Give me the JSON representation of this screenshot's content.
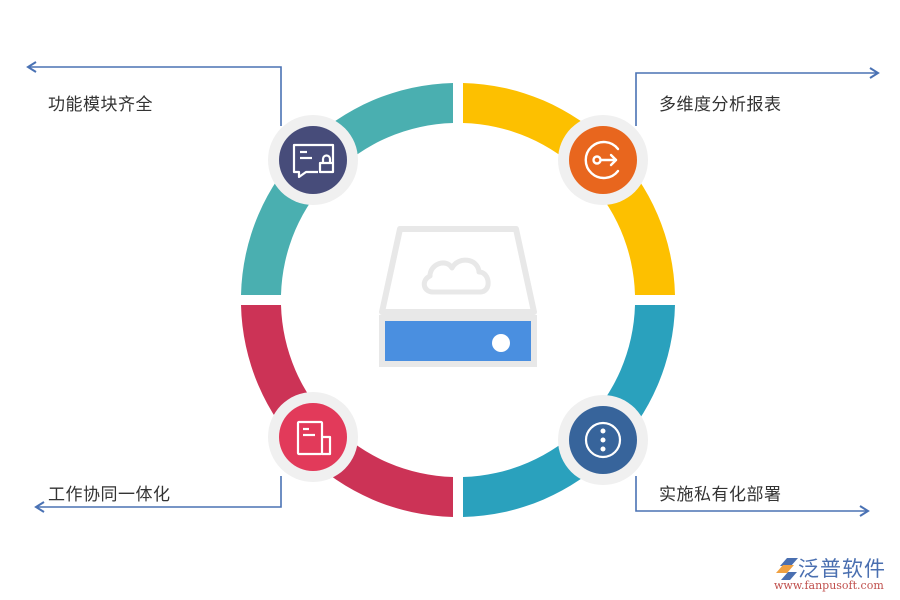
{
  "diagram": {
    "type": "circular-feature-ring",
    "center_icon": "cloud-storage-drive-icon",
    "features": [
      {
        "label": "功能模块齐全",
        "icon": "chat-lock-icon",
        "segment_color": "#4aafb0",
        "icon_color": "#474c7a",
        "position": "top-left"
      },
      {
        "label": "多维度分析报表",
        "icon": "circle-key-arrow-icon",
        "segment_color": "#fdc000",
        "icon_color": "#e8661e",
        "position": "top-right"
      },
      {
        "label": "工作协同一体化",
        "icon": "document-icon",
        "segment_color": "#cc3356",
        "icon_color": "#e23a5a",
        "position": "bottom-left"
      },
      {
        "label": "实施私有化部署",
        "icon": "more-vertical-circle-icon",
        "segment_color": "#2aa1bd",
        "icon_color": "#37649b",
        "position": "bottom-right"
      }
    ],
    "connector_color": "#4a72b4",
    "drive_color": "#4a8fe0",
    "drive_outline_color": "#e8e8e8"
  },
  "brand": {
    "name": "泛普软件",
    "url": "www.fanpusoft.com"
  }
}
